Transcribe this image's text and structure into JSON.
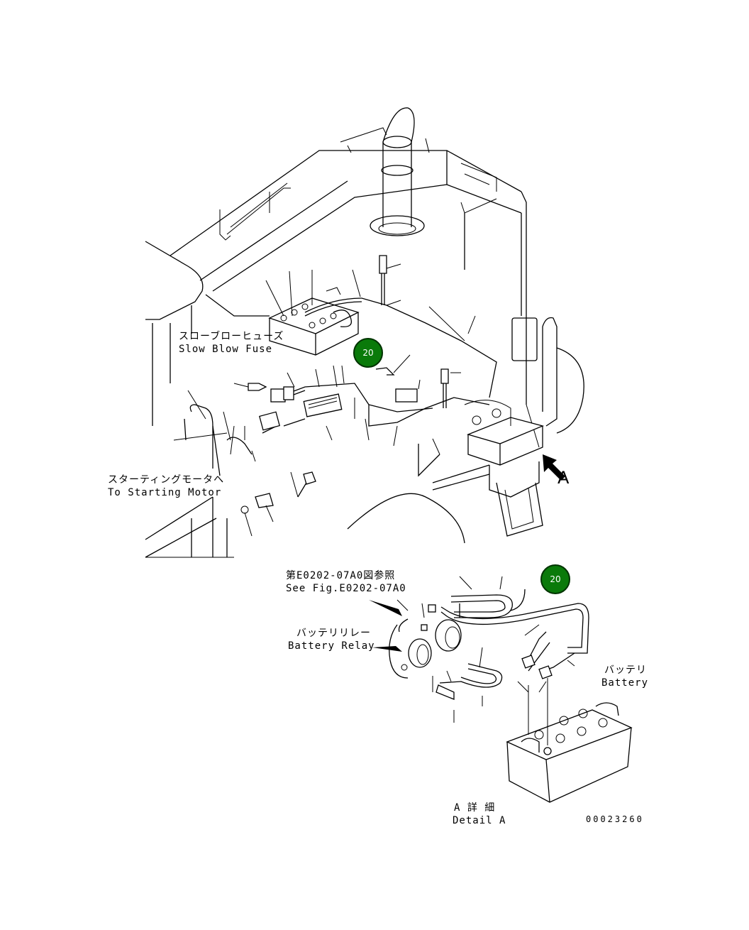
{
  "labels": {
    "slow_blow_fuse_jp": "スローブローヒューズ",
    "slow_blow_fuse_en": "Slow Blow Fuse",
    "starting_motor_jp": "スターティングモータへ",
    "starting_motor_en": "To Starting Motor",
    "view_letter": "A",
    "see_fig_jp": "第E0202-07A0図参照",
    "see_fig_en": "See Fig.E0202-07A0",
    "battery_relay_jp": "バッテリリレー",
    "battery_relay_en": "Battery Relay",
    "battery_jp": "バッテリ",
    "battery_en": "Battery",
    "detail_a_jp": "A 詳 細",
    "detail_a_en": "Detail A",
    "drawing_number": "00023260"
  },
  "callouts": [
    {
      "id": "callout-20-main",
      "text": "20"
    },
    {
      "id": "callout-20-detail",
      "text": "20"
    }
  ],
  "colors": {
    "callout_fill": "#0a7a0a",
    "line": "#000000"
  }
}
